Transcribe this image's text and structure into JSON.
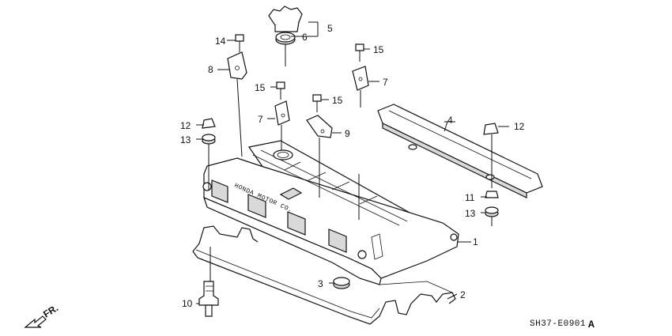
{
  "callouts": [
    {
      "id": "c1",
      "label": "1"
    },
    {
      "id": "c2",
      "label": "2"
    },
    {
      "id": "c3",
      "label": "3"
    },
    {
      "id": "c4",
      "label": "4"
    },
    {
      "id": "c5",
      "label": "5"
    },
    {
      "id": "c6",
      "label": "6"
    },
    {
      "id": "c7a",
      "label": "7"
    },
    {
      "id": "c7b",
      "label": "7"
    },
    {
      "id": "c8",
      "label": "8"
    },
    {
      "id": "c9",
      "label": "9"
    },
    {
      "id": "c10",
      "label": "10"
    },
    {
      "id": "c11",
      "label": "11"
    },
    {
      "id": "c12a",
      "label": "12"
    },
    {
      "id": "c12b",
      "label": "12"
    },
    {
      "id": "c13a",
      "label": "13"
    },
    {
      "id": "c13b",
      "label": "13"
    },
    {
      "id": "c14",
      "label": "14"
    },
    {
      "id": "c15a",
      "label": "15"
    },
    {
      "id": "c15b",
      "label": "15"
    },
    {
      "id": "c15c",
      "label": "15"
    }
  ],
  "cover_text": "HONDA MOTOR CO.",
  "direction_label": "FR.",
  "diagram_code": "SH37-E0901",
  "diagram_rev": "A"
}
